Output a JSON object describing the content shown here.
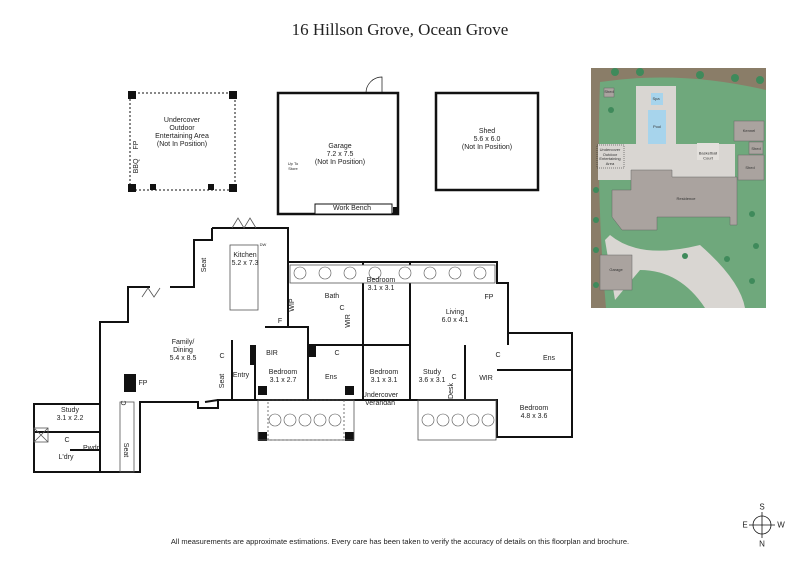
{
  "title": "16 Hillson Grove, Ocean Grove",
  "outbuildings": {
    "entertaining": {
      "name": "Undercover Outdoor Entertaining Area",
      "note": "(Not In Position)",
      "fp": "FP",
      "bbq": "BBQ"
    },
    "garage": {
      "name": "Garage",
      "size": "7.2 x 7.5",
      "note": "(Not In Position)",
      "store": "Up To Store",
      "bench": "Work Bench"
    },
    "shed": {
      "name": "Shed",
      "size": "5.6 x 6.0",
      "note": "(Not In Position)"
    }
  },
  "rooms": {
    "kitchen": {
      "name": "Kitchen",
      "size": "5.2 x 7.3"
    },
    "family": {
      "name": "Family/ Dining",
      "size": "5.4 x 8.5"
    },
    "living": {
      "name": "Living",
      "size": "6.0 x 4.1"
    },
    "bed_a": {
      "name": "Bedroom",
      "size": "3.1 x 3.1"
    },
    "bed_b": {
      "name": "Bedroom",
      "size": "3.1 x 2.7"
    },
    "bed_c": {
      "name": "Bedroom",
      "size": "3.1 x 3.1"
    },
    "study1": {
      "name": "Study",
      "size": "3.6 x 3.1"
    },
    "bed_main": {
      "name": "Bedroom",
      "size": "4.8 x 3.6"
    },
    "study2": {
      "name": "Study",
      "size": "3.1 x 2.2"
    },
    "verandah": {
      "name": "Undercover Verandah"
    }
  },
  "small_labels": {
    "seat": "Seat",
    "dw": "DW",
    "wip": "WIP",
    "f": "F",
    "bath": "Bath",
    "c": "C",
    "wir": "WIR",
    "fp": "FP",
    "bir": "BIR",
    "entry": "Entry",
    "ens": "Ens",
    "desk": "Desk",
    "ldry": "L'dry",
    "pwdr": "Pwdr"
  },
  "site_plan": {
    "labels": [
      "Shed",
      "Spa",
      "Pool",
      "Kennel",
      "Shed",
      "Shed",
      "Undercover Outdoor Entertaining Area",
      "Basketball Court",
      "Residence",
      "Garage"
    ],
    "colors": {
      "lawn": "#6fa87c",
      "garden": "#8a7d68",
      "paving": "#d9d6d2",
      "building": "#aaa39f",
      "pool": "#a7d4ec",
      "tree": "#3f8a5b"
    }
  },
  "compass": {
    "n": "N",
    "s": "S",
    "e": "E",
    "w": "W"
  },
  "footer": "All measurements are approximate estimations. Every care has been taken to verify the accuracy of details on this floorplan and brochure."
}
